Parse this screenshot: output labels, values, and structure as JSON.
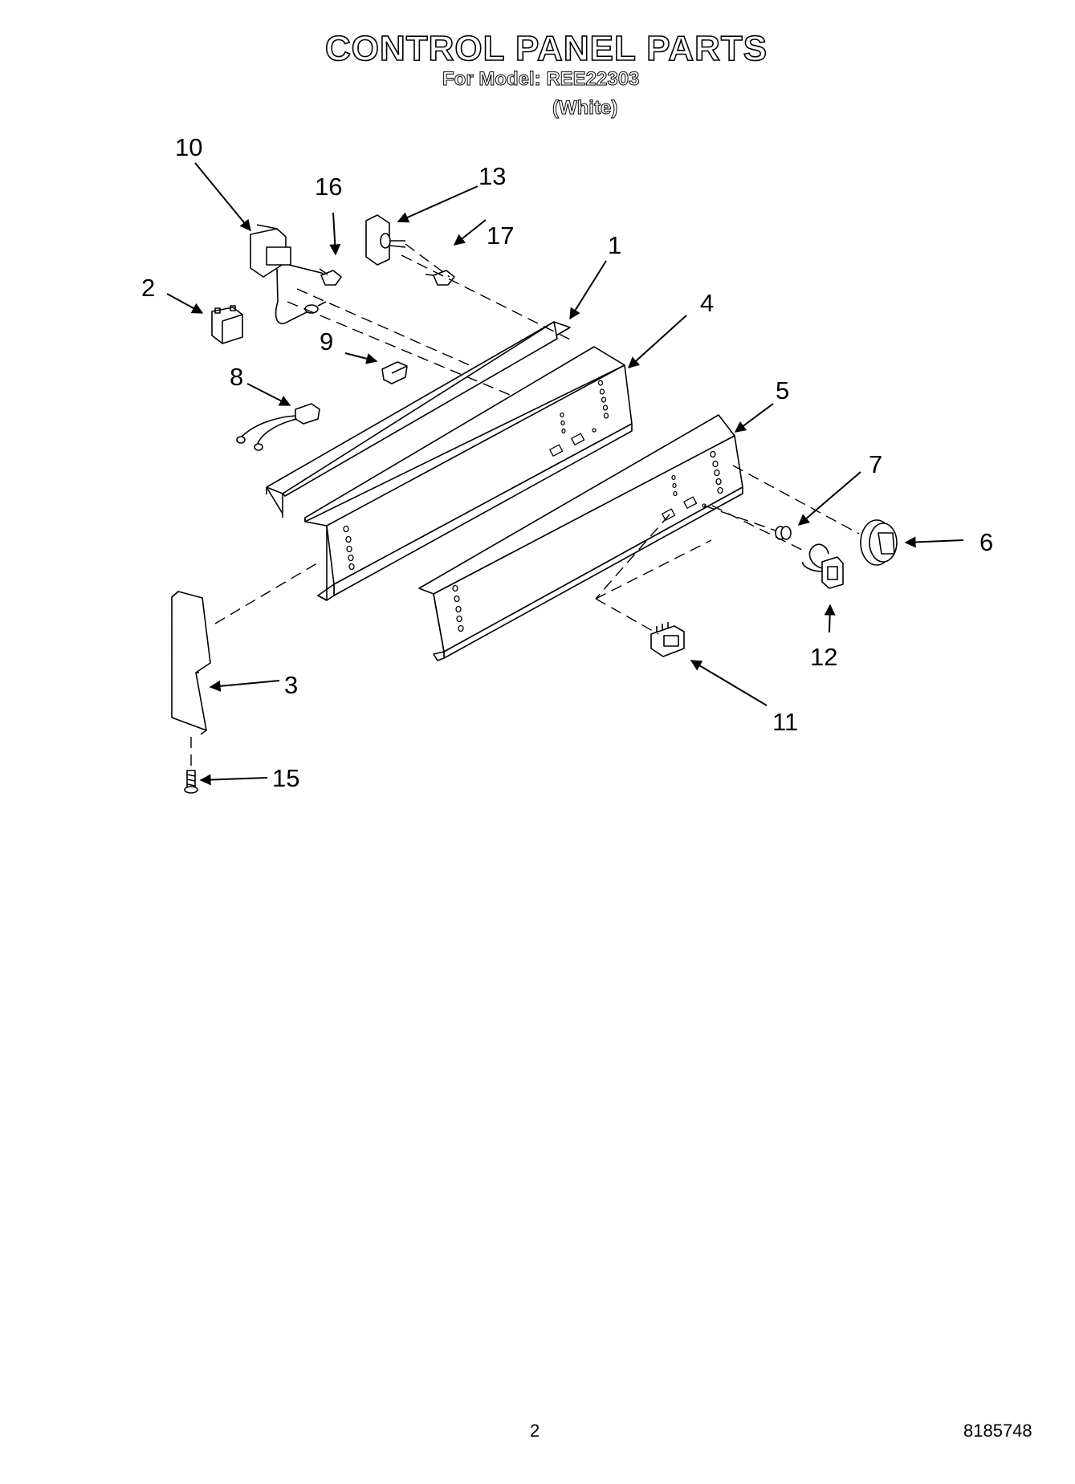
{
  "header": {
    "title": "CONTROL PANEL PARTS",
    "model": "For Model: REE22303",
    "color": "(White)"
  },
  "callouts": [
    {
      "id": "c1",
      "label": "1"
    },
    {
      "id": "c2",
      "label": "2"
    },
    {
      "id": "c3",
      "label": "3"
    },
    {
      "id": "c4",
      "label": "4"
    },
    {
      "id": "c5",
      "label": "5"
    },
    {
      "id": "c6",
      "label": "6"
    },
    {
      "id": "c7",
      "label": "7"
    },
    {
      "id": "c8",
      "label": "8"
    },
    {
      "id": "c9",
      "label": "9"
    },
    {
      "id": "c10",
      "label": "10"
    },
    {
      "id": "c11",
      "label": "11"
    },
    {
      "id": "c12",
      "label": "12"
    },
    {
      "id": "c13",
      "label": "13"
    },
    {
      "id": "c15",
      "label": "15"
    },
    {
      "id": "c16",
      "label": "16"
    },
    {
      "id": "c17",
      "label": "17"
    }
  ],
  "footer": {
    "page": "2",
    "doc_number": "8185748"
  }
}
